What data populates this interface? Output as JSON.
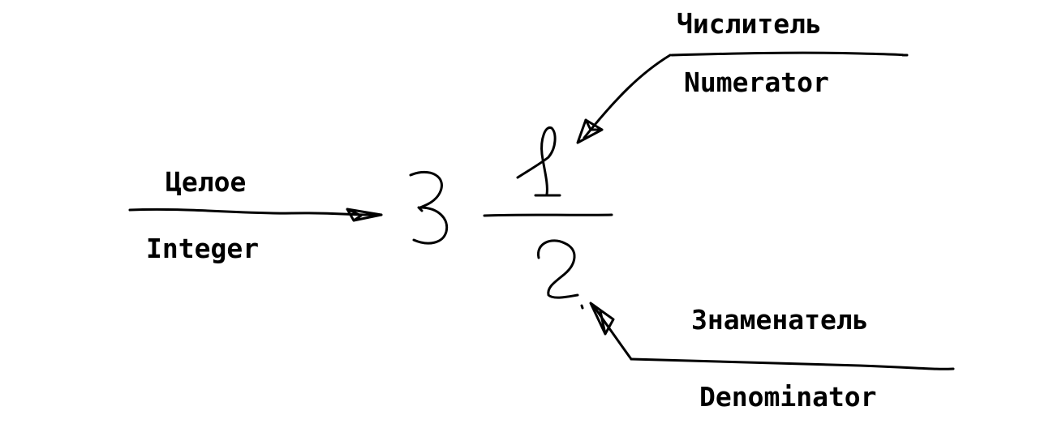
{
  "labels": {
    "whole_ru": "Целое",
    "whole_en": "Integer",
    "numerator_ru": "Числитель",
    "numerator_en": "Numerator",
    "denominator_ru": "Знаменатель",
    "denominator_en": "Denominator"
  },
  "fraction": {
    "whole": "3",
    "numerator": "1",
    "denominator": "2"
  },
  "colors": {
    "ink": "#000000",
    "background": "#ffffff"
  }
}
